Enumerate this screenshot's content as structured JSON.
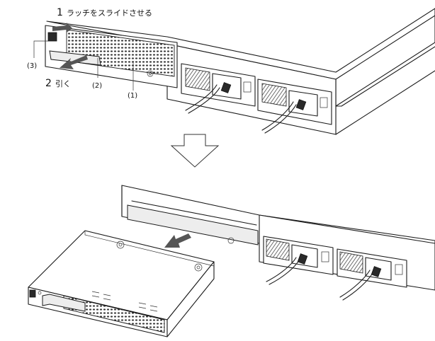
{
  "step1": {
    "number": "1",
    "text": "ラッチをスライドさせる"
  },
  "step2": {
    "number": "2",
    "text": "引く"
  },
  "callouts": {
    "c1": "(1)",
    "c2": "(2)",
    "c3": "(3)"
  },
  "colors": {
    "line": "#1a1a1a",
    "arrow": "#555555",
    "background": "#ffffff"
  },
  "icons": {
    "process_arrow": "down-outline-arrow",
    "pull_arrow": "filled-arrow",
    "slide_arrow": "filled-arrow"
  }
}
